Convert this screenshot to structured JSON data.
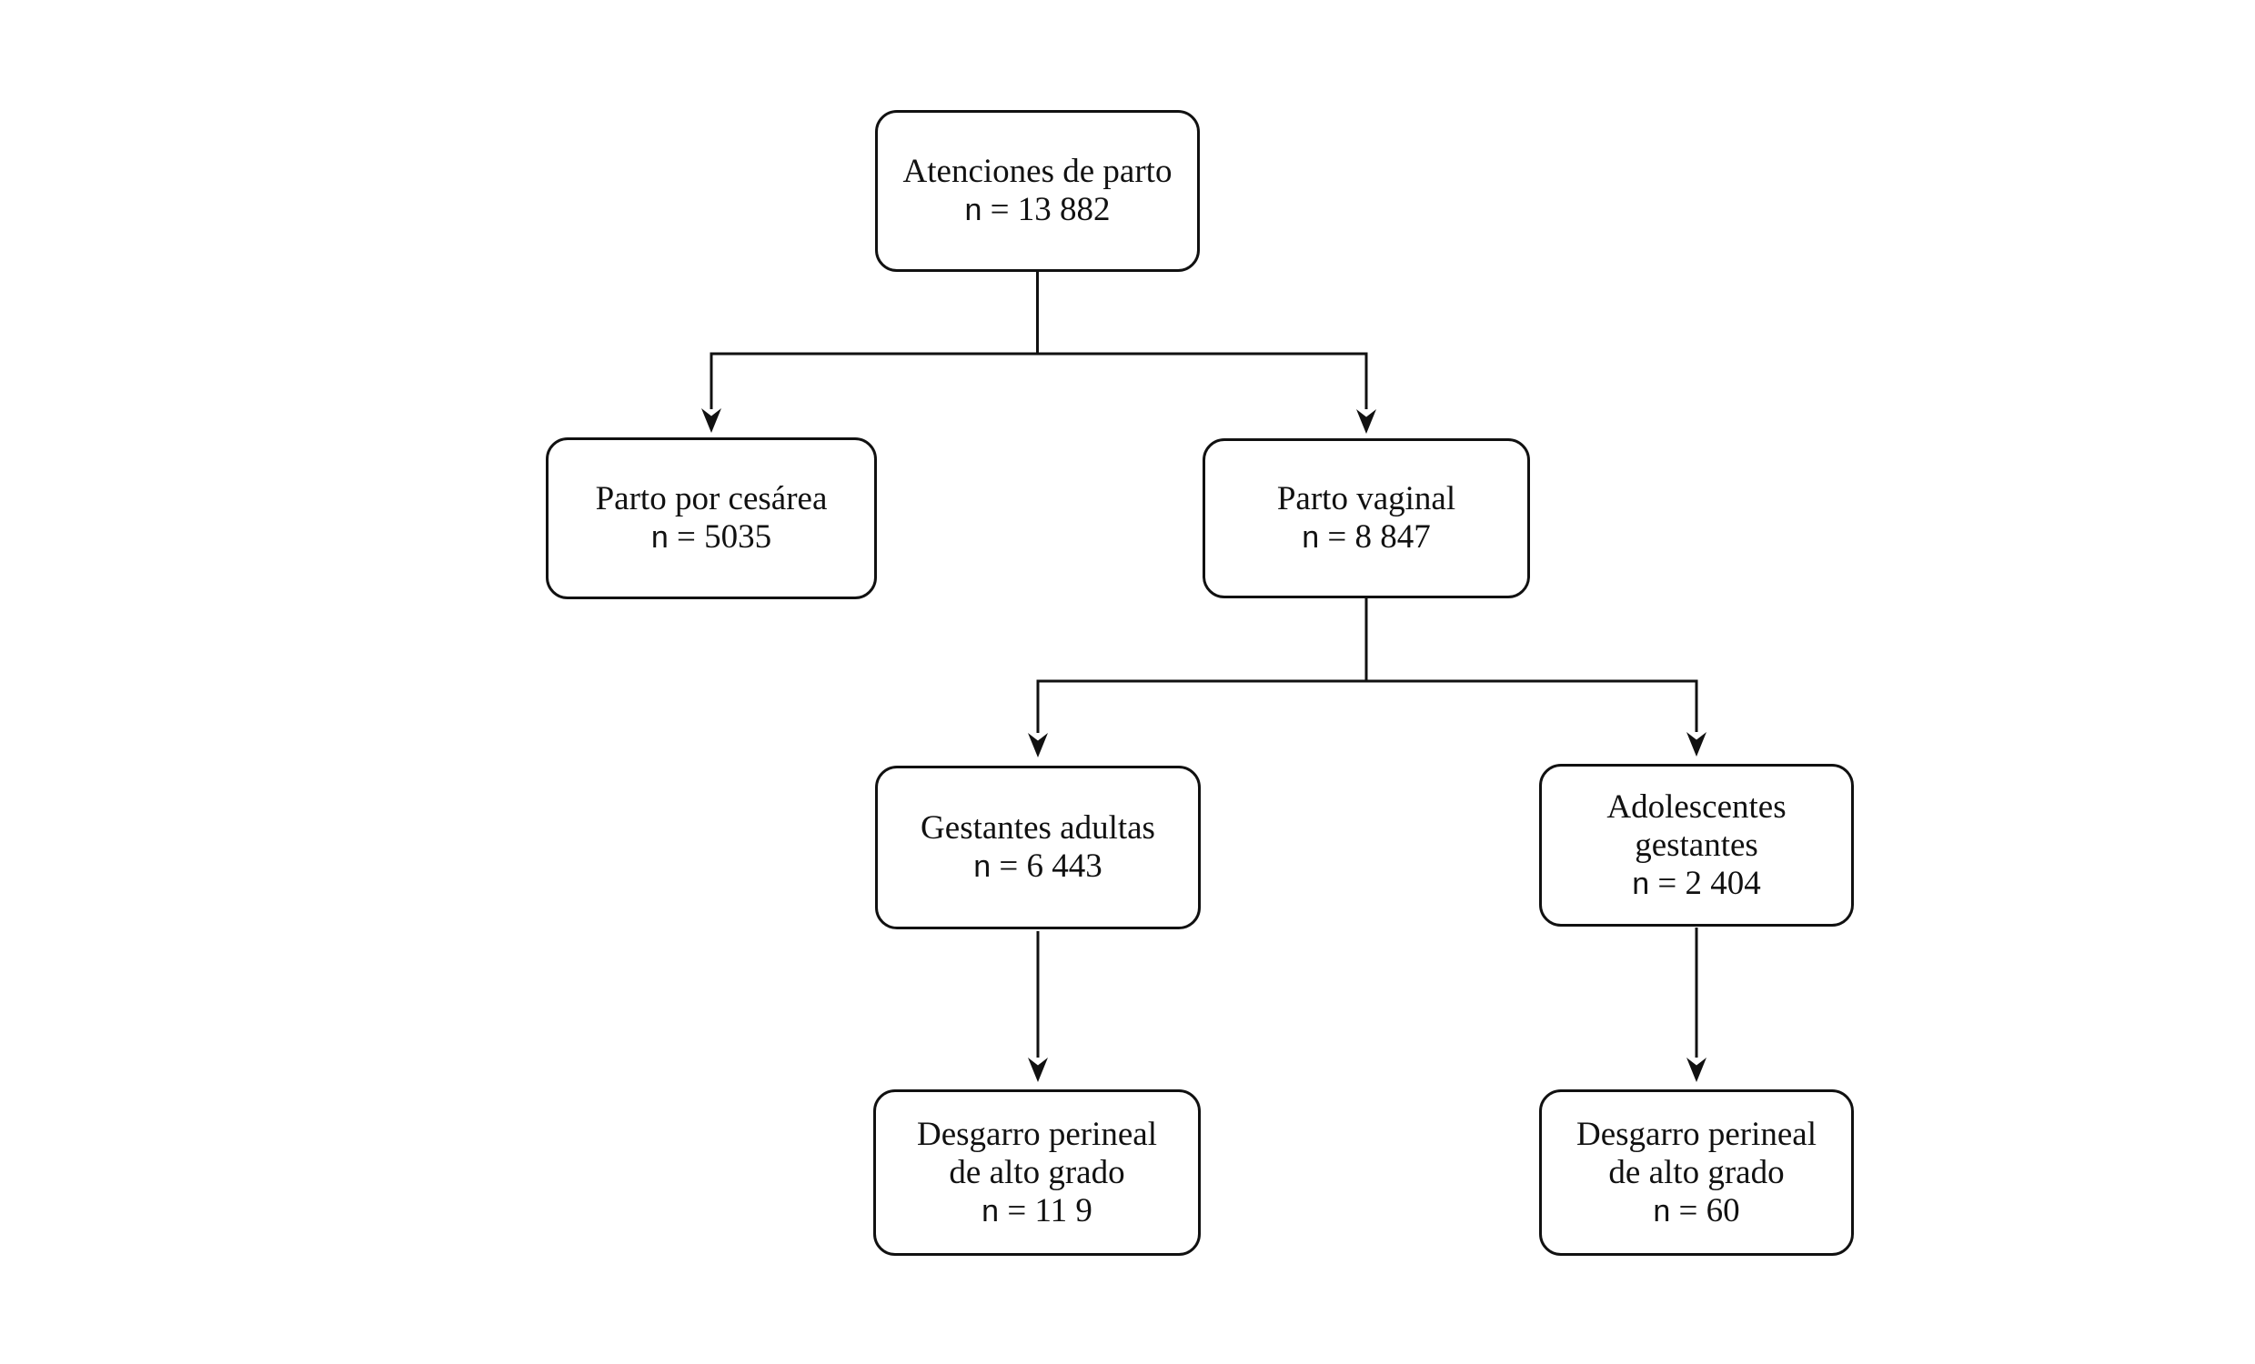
{
  "diagram": {
    "background_color": "#ffffff",
    "stroke_color": "#111111",
    "text_color": "#111111",
    "nodes": [
      {
        "id": "atenciones",
        "line1": "Atenciones de parto",
        "n_label": "n",
        "count": " = 13 882"
      },
      {
        "id": "cesarea",
        "line1": "Parto por cesárea",
        "n_label": "n",
        "count": " = 5035"
      },
      {
        "id": "vaginal",
        "line1": "Parto vaginal",
        "n_label": "n",
        "count": " = 8 847"
      },
      {
        "id": "adultas",
        "line1": "Gestantes adultas",
        "n_label": "n",
        "count": " = 6 443"
      },
      {
        "id": "adolescentes",
        "line1": "Adolescentes",
        "line2": "gestantes",
        "n_label": "n",
        "count": " = 2 404"
      },
      {
        "id": "desgarro_adultas",
        "line1": "Desgarro perineal",
        "line2": "de alto grado",
        "n_label": "n",
        "count": " = 11 9"
      },
      {
        "id": "desgarro_adolescentes",
        "line1": "Desgarro perineal",
        "line2": "de alto grado",
        "n_label": "n",
        "count": " = 60"
      }
    ],
    "edges": [
      {
        "from": "atenciones",
        "to": "cesarea"
      },
      {
        "from": "atenciones",
        "to": "vaginal"
      },
      {
        "from": "vaginal",
        "to": "adultas"
      },
      {
        "from": "vaginal",
        "to": "adolescentes"
      },
      {
        "from": "adultas",
        "to": "desgarro_adultas"
      },
      {
        "from": "adolescentes",
        "to": "desgarro_adolescentes"
      }
    ]
  }
}
